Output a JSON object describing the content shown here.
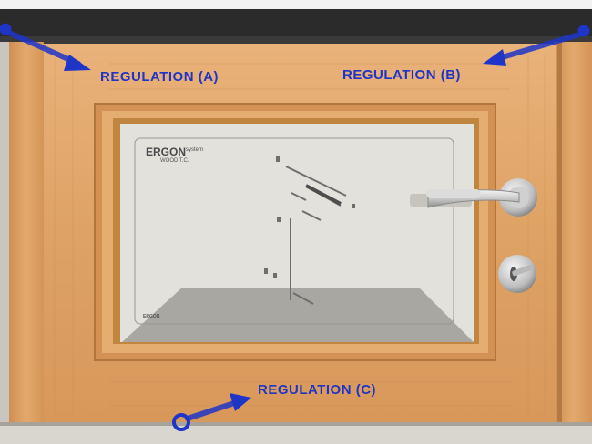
{
  "labels": {
    "regulation_a": "REGULATION (A)",
    "regulation_b": "REGULATION (B)",
    "regulation_c": "REGULATION (C)"
  },
  "panel": {
    "logo_text": "ERGON",
    "logo_sup": "system",
    "logo_sub": "WOOD T.C.",
    "footer_text": "ERGON"
  },
  "colors": {
    "annotation_blue": "#1f35c8",
    "wood": "#e0a766",
    "panel": "#e3e1dc"
  }
}
